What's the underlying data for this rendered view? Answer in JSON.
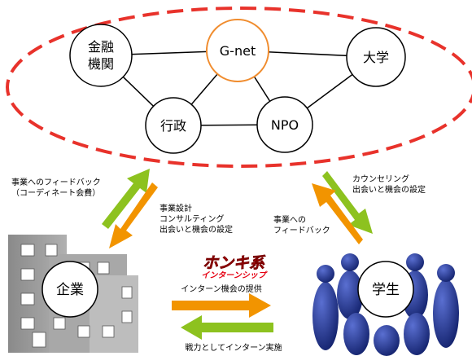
{
  "nodes": {
    "finance": {
      "line1": "金融",
      "line2": "機関"
    },
    "gnet": "G-net",
    "university": "大学",
    "government": "行政",
    "npo": "NPO",
    "company": "企業",
    "student": "学生"
  },
  "labels": {
    "feedback_top": [
      "事業へのフィードバック",
      "（コーディネート会費）"
    ],
    "services_to_company": [
      "事業設計",
      "コンサルティング",
      "出会いと機会の設定"
    ],
    "services_to_student": [
      "カウンセリング",
      "出会いと機会の設定"
    ],
    "feedback_student": [
      "事業への",
      "フィードバック"
    ],
    "intern_offer": "インターン機会の提供",
    "intern_labor": "戦力としてインターン実施"
  },
  "logo": {
    "line1": "ホンキ系",
    "line2": "インターンシップ"
  },
  "colors": {
    "ellipse_dash": "#e8322b",
    "gnet_border": "#f08c2e",
    "green_arrow": "#8dc21f",
    "orange_arrow": "#f29400",
    "logo_red": "#e60012",
    "people_blue": "#1c2f8c"
  }
}
